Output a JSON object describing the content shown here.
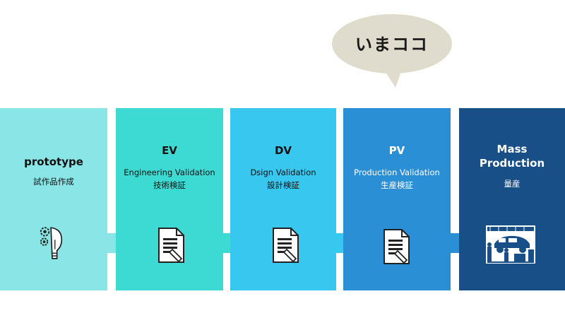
{
  "stages": [
    {
      "title": "prototype",
      "lines": [
        "試作品作成"
      ],
      "icon": "gear-lightbulb-icon",
      "color": "#8ae6e6",
      "text_color": "#111111"
    },
    {
      "title": "EV",
      "lines": [
        "Engineering Validation",
        "技術検証"
      ],
      "icon": "document-pen-icon",
      "color": "#3ddad3",
      "text_color": "#111111"
    },
    {
      "title": "DV",
      "lines": [
        "Dsign Validation",
        "設計検証"
      ],
      "icon": "document-pen-icon",
      "color": "#38c8ef",
      "text_color": "#111111"
    },
    {
      "title": "PV",
      "lines": [
        "Production Validation",
        "生産検証"
      ],
      "icon": "document-pen-icon",
      "color": "#2b8fd6",
      "text_color": "#ffffff"
    },
    {
      "title_lines": [
        "Mass",
        "Production"
      ],
      "lines": [
        "量産"
      ],
      "icon": "factory-photo-icon",
      "color": "#184f86",
      "text_color": "#ffffff"
    }
  ],
  "arrow_colors": [
    "#8ae6e6",
    "#3ddad3",
    "#38c8ef",
    "#2b8fd6"
  ],
  "callout": {
    "text": "いまココ",
    "color": "#dfdccd",
    "points_to_stage": "PV"
  }
}
